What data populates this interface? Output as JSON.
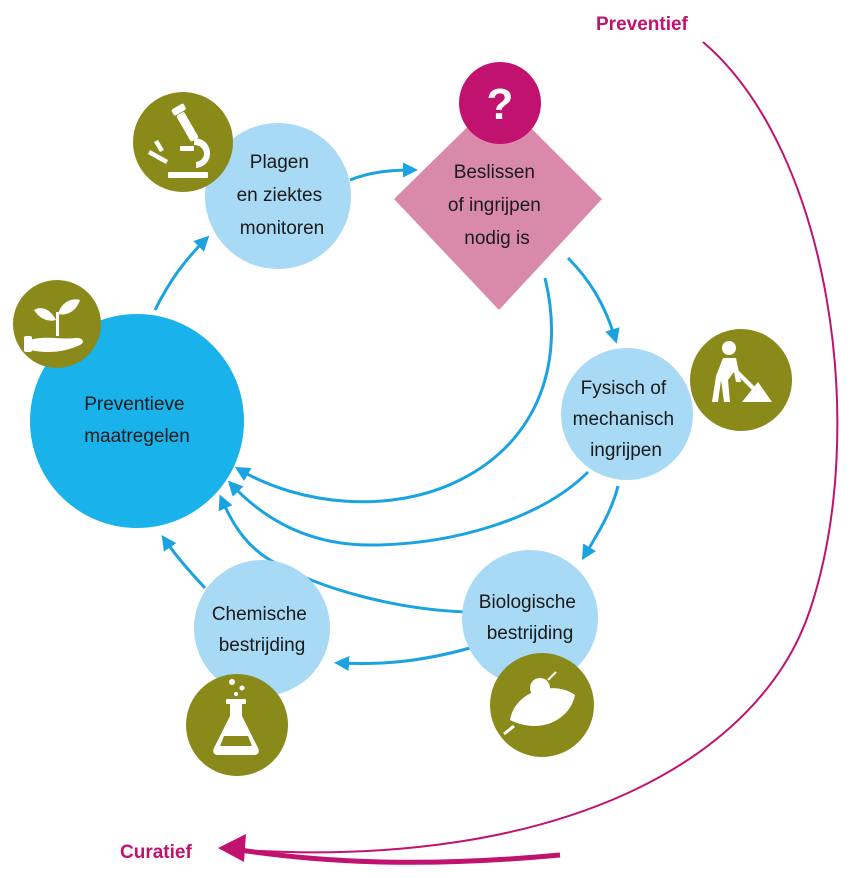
{
  "colors": {
    "arrow": "#1aa3e0",
    "big_circle": "#1ab2ea",
    "light_circle": "#a8d9f5",
    "decision": "#d98aab",
    "icon_bg": "#8a8a1a",
    "icon_fg": "#ffffff",
    "magenta": "#c0126e"
  },
  "labels": {
    "preventief": "Preventief",
    "curatief": "Curatief",
    "question": "?"
  },
  "nodes": {
    "monitor": {
      "lines": [
        "Plagen",
        "en ziektes",
        "monitoren"
      ],
      "icon": "microscope-icon"
    },
    "decide": {
      "lines": [
        "Beslissen",
        "of ingrijpen",
        "nodig is"
      ],
      "icon": "question-icon"
    },
    "fysisch": {
      "lines": [
        "Fysisch of",
        "mechanisch",
        "ingrijpen"
      ],
      "icon": "worker-shovel-icon"
    },
    "biologisch": {
      "lines": [
        "Biologische",
        "bestrijding"
      ],
      "icon": "ladybug-leaf-icon"
    },
    "chemisch": {
      "lines": [
        "Chemische",
        "bestrijding"
      ],
      "icon": "flask-icon"
    },
    "preventieve": {
      "lines": [
        "Preventieve",
        "maatregelen"
      ],
      "icon": "plant-hand-icon"
    }
  }
}
